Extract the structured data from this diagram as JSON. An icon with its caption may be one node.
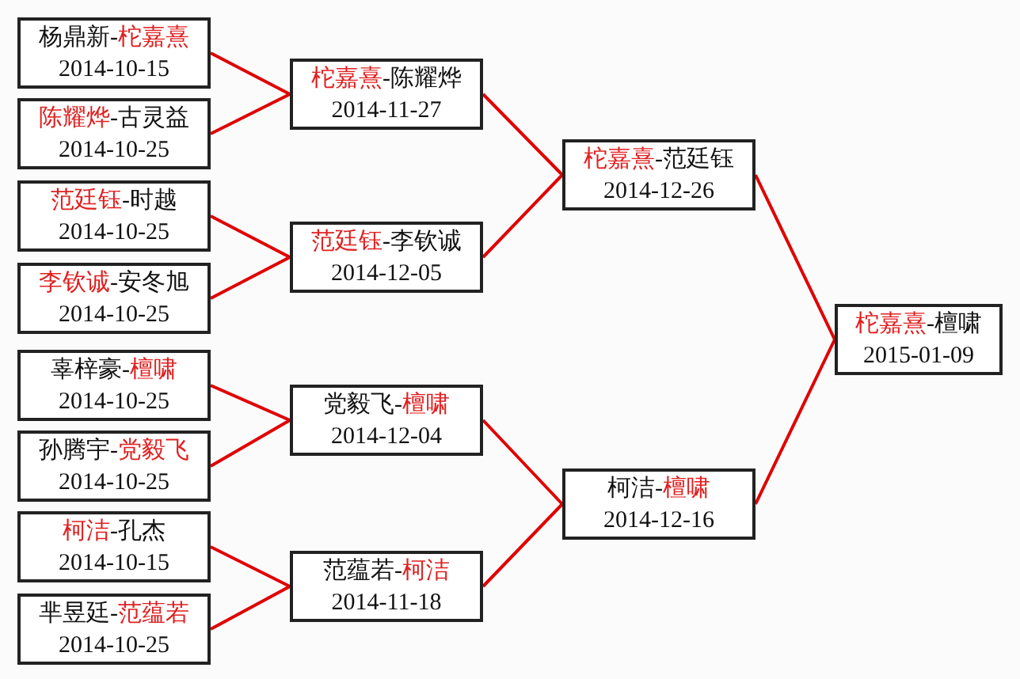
{
  "diagram": {
    "nodes": [
      {
        "text": [
          "杨鼎新-**柁嘉熹**",
          "2014-10-15"
        ]
      },
      {
        "text": [
          "**陈耀烨**-古灵益",
          "2014-10-25"
        ]
      },
      {
        "text": [
          "**范廷钰**-时越",
          "2014-10-25"
        ]
      },
      {
        "text": [
          "**李钦诚**-安冬旭",
          "2014-10-25"
        ]
      },
      {
        "text": [
          "辜梓豪-**檀啸**",
          "2014-10-25"
        ]
      },
      {
        "text": [
          "孙腾宇-**党毅飞**",
          "2014-10-25"
        ]
      },
      {
        "text": [
          "**柯洁**-孔杰",
          "2014-10-15"
        ]
      },
      {
        "text": [
          "芈昱廷-**范蕴若**",
          "2014-10-25"
        ]
      },
      {
        "text": [
          "**柁嘉熹**-陈耀烨",
          "2014-11-27"
        ]
      },
      {
        "text": [
          "**范廷钰**-李钦诚",
          "2014-12-05"
        ]
      },
      {
        "text": [
          "党毅飞-**檀啸**",
          "2014-12-04"
        ]
      },
      {
        "text": [
          "范蕴若-**柯洁**",
          "2014-11-18"
        ]
      },
      {
        "text": [
          "**柁嘉熹**-范廷钰",
          "2014-12-26"
        ]
      },
      {
        "text": [
          "柯洁-**檀啸**",
          "2014-12-16"
        ]
      },
      {
        "text": [
          "**柁嘉熹**-檀啸",
          "2015-01-09"
        ]
      }
    ],
    "edges": [
      {
        "from": 0,
        "to": 8,
        "arrow": "none"
      },
      {
        "from": 1,
        "to": 8,
        "arrow": "none"
      },
      {
        "from": 2,
        "to": 9,
        "arrow": "none"
      },
      {
        "from": 3,
        "to": 9,
        "arrow": "none"
      },
      {
        "from": 4,
        "to": 10,
        "arrow": "none"
      },
      {
        "from": 5,
        "to": 10,
        "arrow": "none"
      },
      {
        "from": 6,
        "to": 11,
        "arrow": "none"
      },
      {
        "from": 7,
        "to": 11,
        "arrow": "none"
      },
      {
        "from": 8,
        "to": 12,
        "arrow": "none"
      },
      {
        "from": 9,
        "to": 12,
        "arrow": "none"
      },
      {
        "from": 10,
        "to": 13,
        "arrow": "none"
      },
      {
        "from": 11,
        "to": 13,
        "arrow": "none"
      },
      {
        "from": 12,
        "to": 14,
        "arrow": "none"
      },
      {
        "from": 13,
        "to": 14,
        "arrow": "none"
      }
    ]
  }
}
